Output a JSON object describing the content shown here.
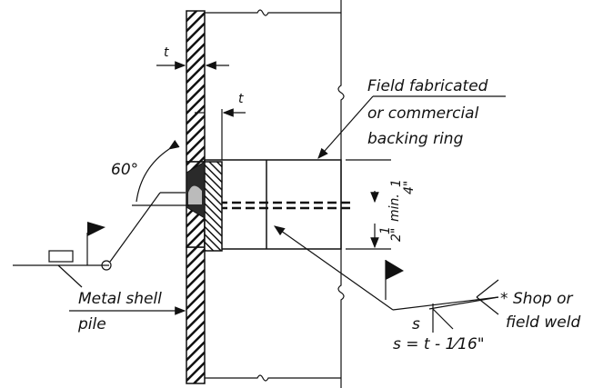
{
  "labels": {
    "t_top": "t",
    "t_ring": "t",
    "angle": "60°",
    "backing_ring_line1": "Field fabricated",
    "backing_ring_line2": "or commercial",
    "backing_ring_line3": "backing ring",
    "gap_top_value": "1",
    "gap_top_unit": "4\"",
    "gap_bottom_value": "1",
    "gap_bottom_unit": "2\"",
    "gap_bottom_min": "min.",
    "weld_note_line1": "Shop or",
    "weld_note_line2": "field weld",
    "weld_note_star": "*",
    "s_symbol": "s",
    "pile_line1": "Metal shell",
    "pile_line2": "pile",
    "formula": "s = t - 1⁄16\""
  },
  "colors": {
    "ink": "#111111",
    "paper": "#ffffff"
  }
}
